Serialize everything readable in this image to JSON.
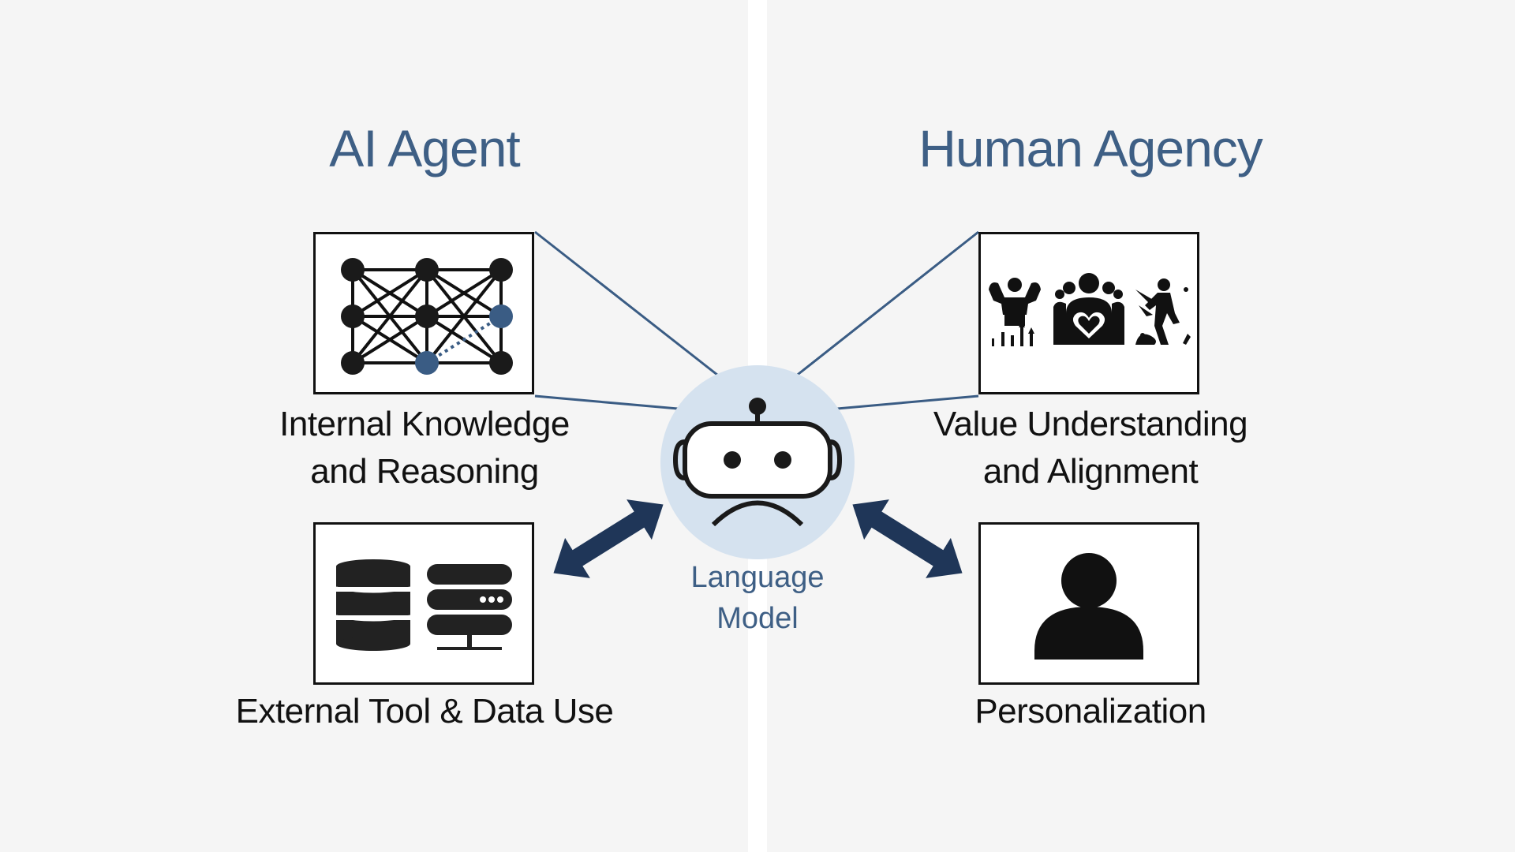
{
  "left_panel": {
    "title": "AI Agent",
    "items": [
      {
        "label_lines": [
          "Internal Knowledge",
          "and Reasoning"
        ],
        "icon": "neural-network-icon"
      },
      {
        "label_lines": [
          "External Tool & Data Use"
        ],
        "icon": "database-server-icon"
      }
    ]
  },
  "right_panel": {
    "title": "Human Agency",
    "items": [
      {
        "label_lines": [
          "Value Understanding",
          "and Alignment"
        ],
        "icon": "human-values-icon"
      },
      {
        "label_lines": [
          "Personalization"
        ],
        "icon": "person-icon"
      }
    ]
  },
  "center": {
    "label_lines": [
      "Language",
      "Model"
    ],
    "icon": "robot-icon"
  },
  "colors": {
    "title": "#3e5f85",
    "accent_blue": "#3a5c84",
    "arrow": "#1f3658",
    "robot_bg": "#d5e2ef",
    "ink": "#111111"
  }
}
